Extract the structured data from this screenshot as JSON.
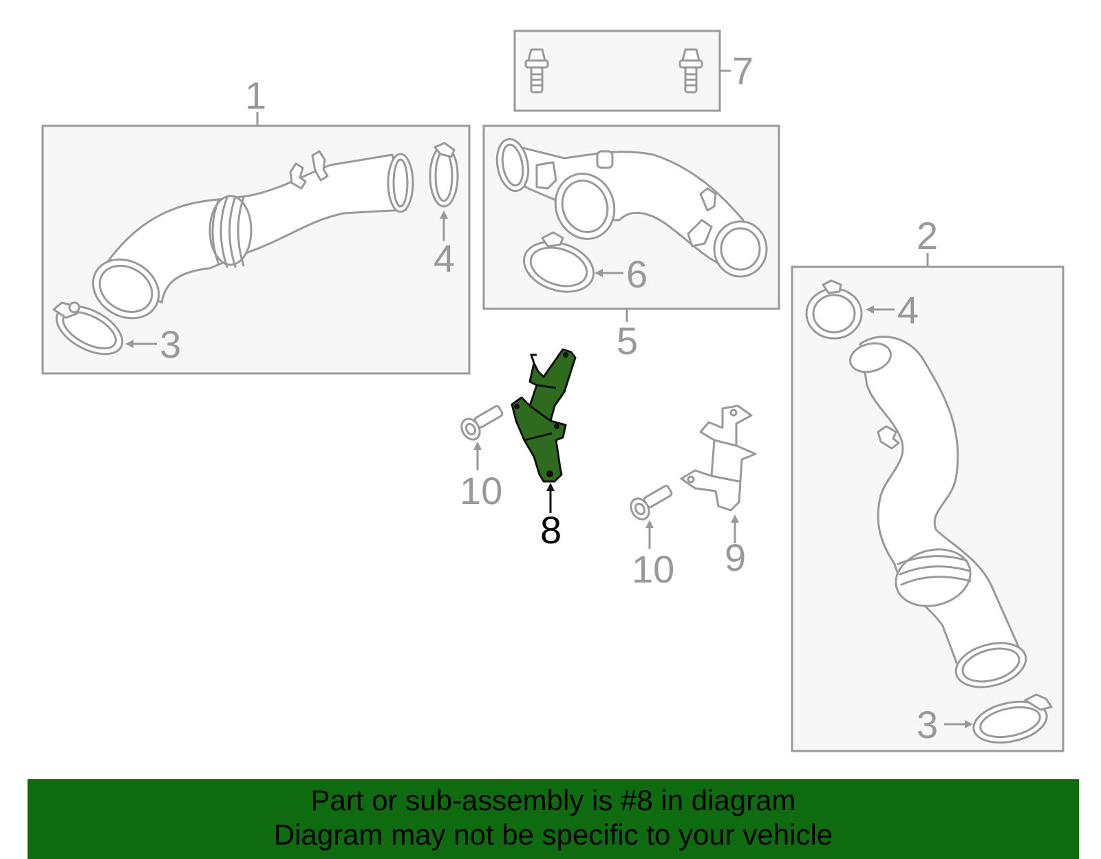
{
  "callouts": {
    "n1": "1",
    "n2": "2",
    "n3a": "3",
    "n3b": "3",
    "n4a": "4",
    "n4b": "4",
    "n5": "5",
    "n6": "6",
    "n7": "7",
    "n8": "8",
    "n9": "9",
    "n10a": "10",
    "n10b": "10"
  },
  "highlight": {
    "part_number": "8",
    "color": "#2f6b1f"
  },
  "banner": {
    "line1": "Part or sub-assembly is #8 in diagram",
    "line2": "Diagram may not be specific to your vehicle",
    "color": "#0f6b0f"
  }
}
